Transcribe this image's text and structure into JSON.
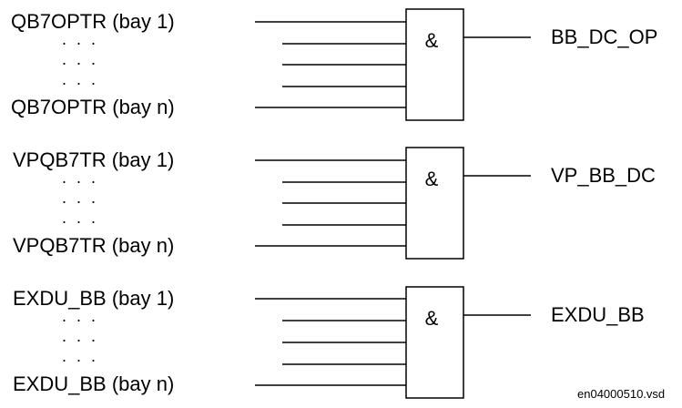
{
  "groups": [
    {
      "first_input": "QB7OPTR (bay 1)",
      "last_input": "QB7OPTR (bay n)",
      "gate_symbol": "&",
      "output": "BB_DC_OP",
      "dots": ". . ."
    },
    {
      "first_input": "VPQB7TR (bay 1)",
      "last_input": "VPQB7TR (bay n)",
      "gate_symbol": "&",
      "output": "VP_BB_DC",
      "dots": ". . ."
    },
    {
      "first_input": "EXDU_BB (bay 1)",
      "last_input": "EXDU_BB (bay n)",
      "gate_symbol": "&",
      "output": "EXDU_BB",
      "dots": ". . ."
    }
  ],
  "filename": "en04000510.vsd",
  "colors": {
    "stroke": "#000000",
    "background": "#ffffff"
  }
}
